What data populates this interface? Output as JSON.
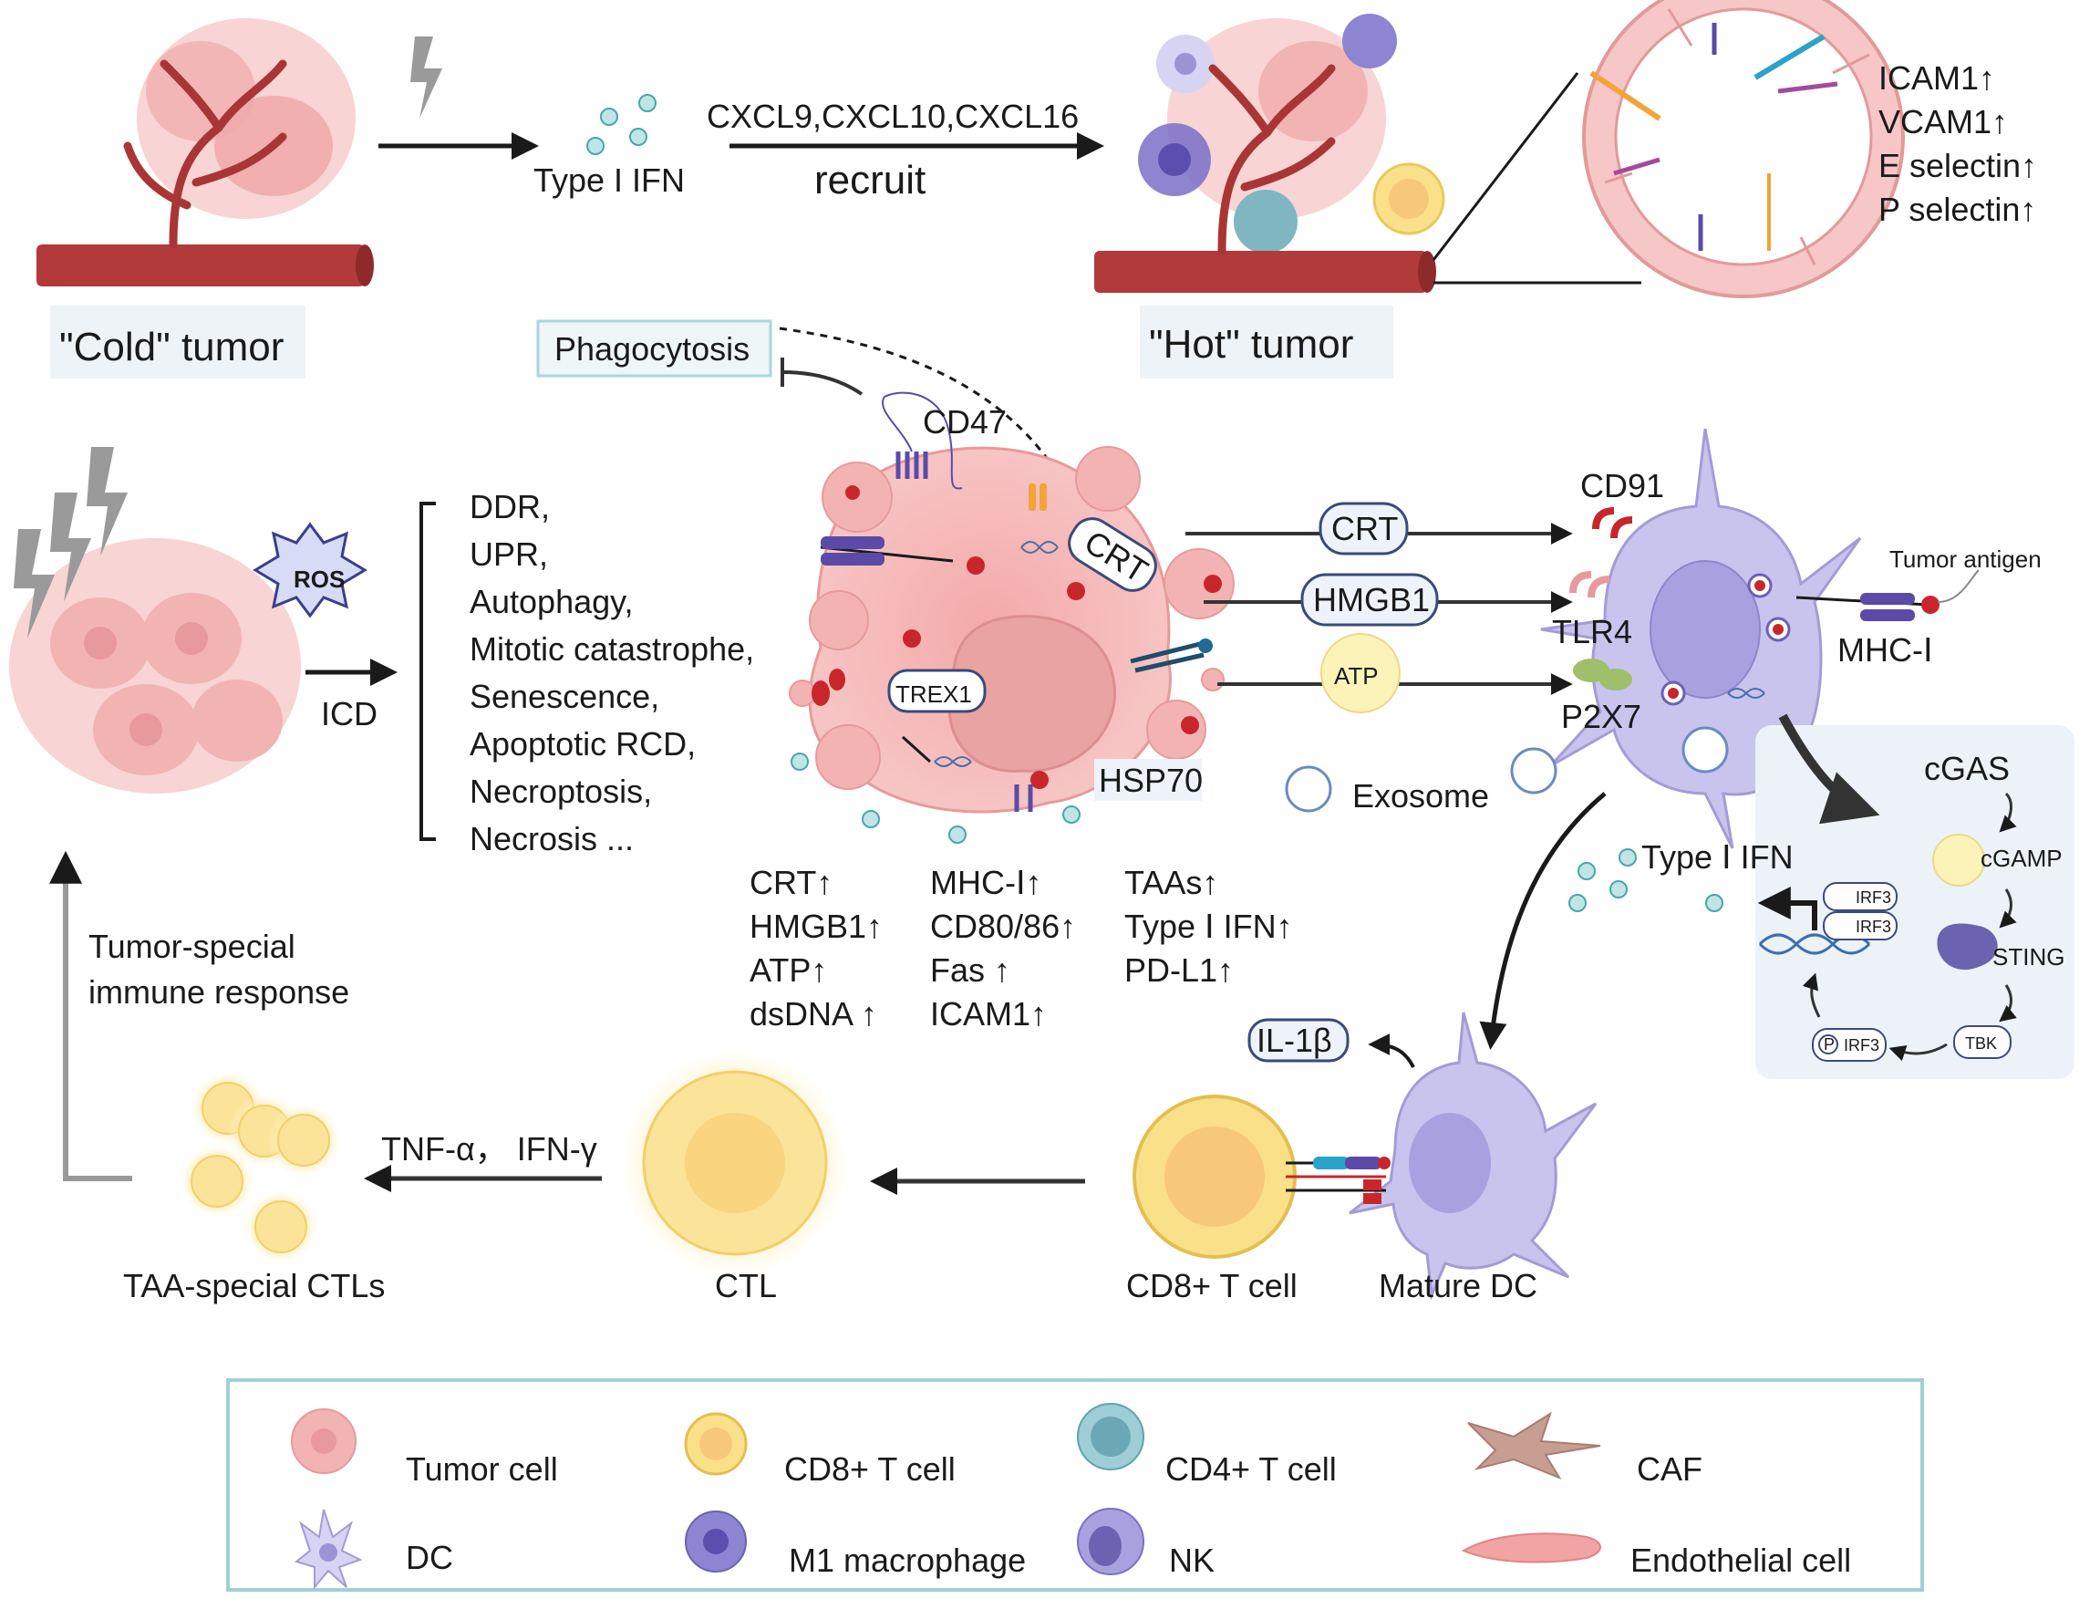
{
  "top": {
    "type1_ifn": "Type I  IFN",
    "chemokines": "CXCL9,CXCL10,CXCL16",
    "recruit": "recruit",
    "cold_tumor": "\"Cold\" tumor",
    "hot_tumor": "\"Hot\" tumor",
    "adhesion": [
      "ICAM1↑",
      "VCAM1↑",
      "E selectin↑",
      "P selectin↑"
    ]
  },
  "icd": {
    "ros": "ROS",
    "icd_label": "ICD",
    "mechanisms": [
      "DDR,",
      "UPR,",
      "Autophagy,",
      "Mitotic catastrophe,",
      "Senescence,",
      "Apoptotic RCD,",
      "Necroptosis,",
      "Necrosis ..."
    ],
    "phagocytosis": "Phagocytosis",
    "cd47": "CD47",
    "crt_tag": "CRT",
    "trex1": "TREX1",
    "hsp70": "HSP70",
    "markers_col1": [
      "CRT↑",
      "HMGB1↑",
      "ATP↑",
      "dsDNA ↑"
    ],
    "markers_col2": [
      "MHC-Ⅰ↑",
      "CD80/86↑",
      "Fas ↑",
      "ICAM1↑"
    ],
    "markers_col3": [
      "TAAs↑",
      "Type Ⅰ IFN↑",
      "PD-L1↑"
    ]
  },
  "dc": {
    "crt": "CRT",
    "hmgb1": "HMGB1",
    "atp": "ATP",
    "cd91": "CD91",
    "tlr4": "TLR4",
    "p2x7": "P2X7",
    "tumor_antigen": "Tumor antigen",
    "mhc1": "MHC-Ⅰ",
    "exosome": "Exosome"
  },
  "sting": {
    "cgas": "cGAS",
    "cgamp": "cGAMP",
    "sting": "STING",
    "tbk": "TBK",
    "irf3": "IRF3",
    "p": "P",
    "type1_ifn": "Type Ⅰ IFN"
  },
  "bottom": {
    "il1b": "IL-1β",
    "tnf_ifn": "TNF-α， IFN-γ",
    "taa_ctls": "TAA-special CTLs",
    "ctl": "CTL",
    "cd8": "CD8+ T cell",
    "mature_dc": "Mature DC",
    "immune_response": [
      "Tumor-special",
      "immune response"
    ]
  },
  "legend": {
    "tumor_cell": "Tumor cell",
    "cd8": "CD8+ T cell",
    "cd4": "CD4+ T cell",
    "caf": "CAF",
    "dc": "DC",
    "m1": "M1 macrophage",
    "nk": "NK",
    "endothelial": "Endothelial cell"
  },
  "colors": {
    "tumor": "#f2b3b3",
    "vessel": "#b23a3a",
    "dc": "#c9c4ee",
    "tcell": "#fbe08a",
    "cd4": "#7fb6c2",
    "box_border": "#9fd0d6"
  }
}
